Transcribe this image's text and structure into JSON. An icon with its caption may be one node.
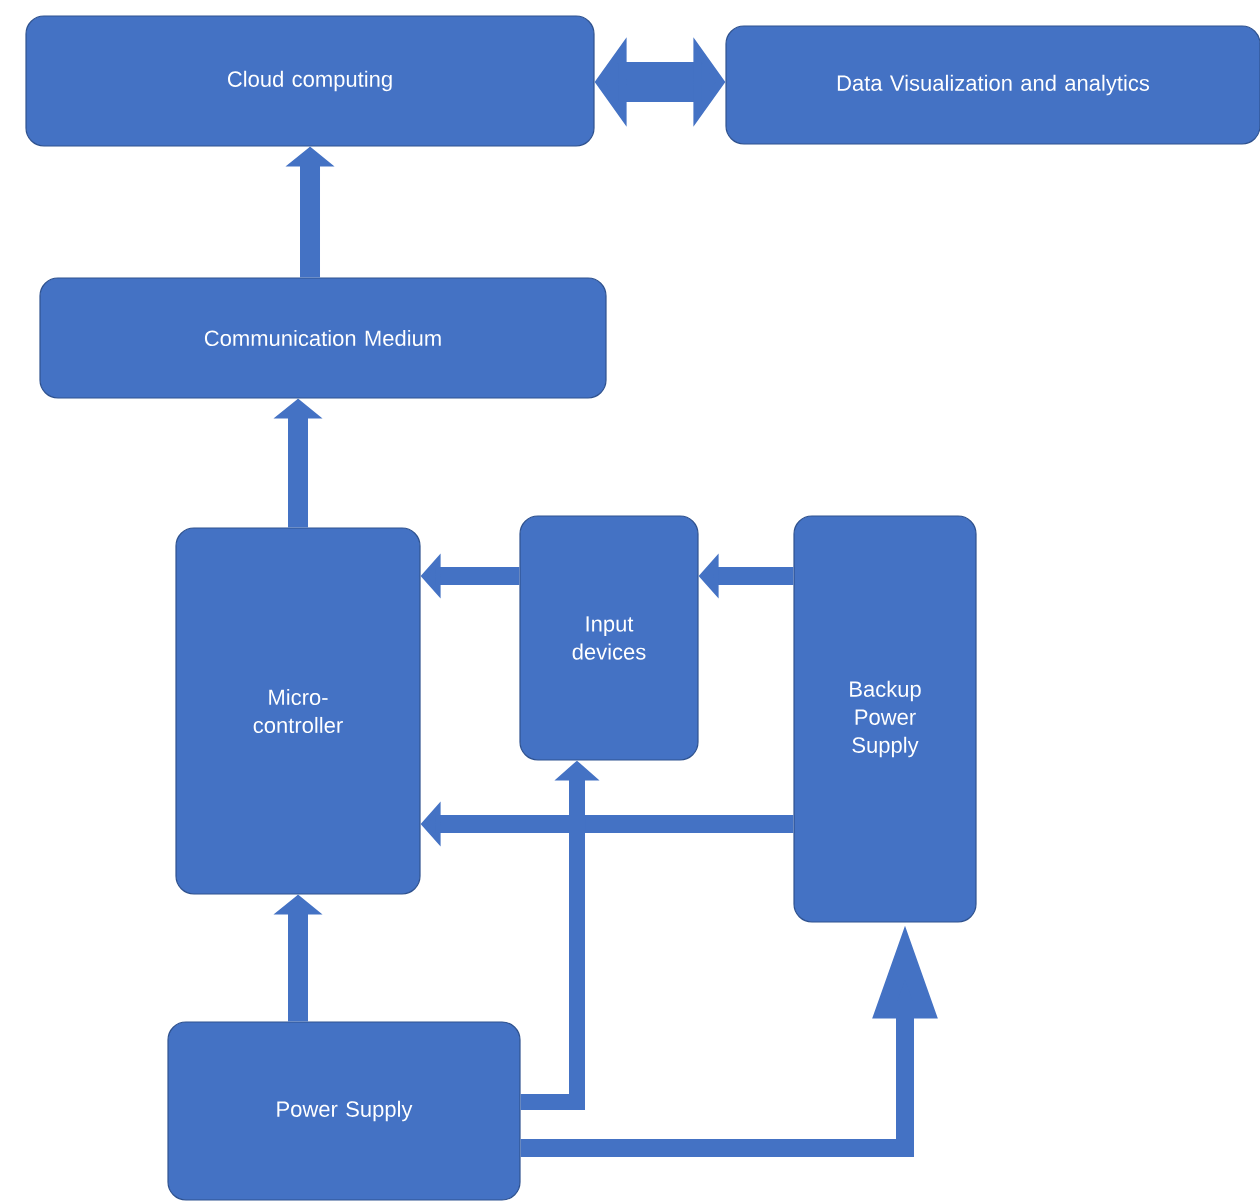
{
  "diagram": {
    "nodes": [
      {
        "text": [
          "Cloud computing"
        ]
      },
      {
        "text": [
          "Data Visualization and analytics"
        ]
      },
      {
        "text": [
          "Communication Medium"
        ]
      },
      {
        "text": [
          "Micro-controller"
        ]
      },
      {
        "text": [
          "Input devices"
        ]
      },
      {
        "text": [
          "Backup Power Supply"
        ]
      },
      {
        "text": [
          "Power Supply"
        ]
      }
    ],
    "edges": [
      {
        "from": 0,
        "to": 1,
        "arrow": "both",
        "style": "thick"
      },
      {
        "from": 2,
        "to": 0,
        "arrow": "to"
      },
      {
        "from": 3,
        "to": 2,
        "arrow": "to"
      },
      {
        "from": 4,
        "to": 3,
        "arrow": "to"
      },
      {
        "from": 5,
        "to": 4,
        "arrow": "to"
      },
      {
        "from": 5,
        "to": 3,
        "arrow": "to"
      },
      {
        "from": 6,
        "to": 3,
        "arrow": "to"
      },
      {
        "from": 6,
        "to": 4,
        "arrow": "to"
      },
      {
        "from": 6,
        "to": 5,
        "arrow": "to"
      }
    ]
  }
}
